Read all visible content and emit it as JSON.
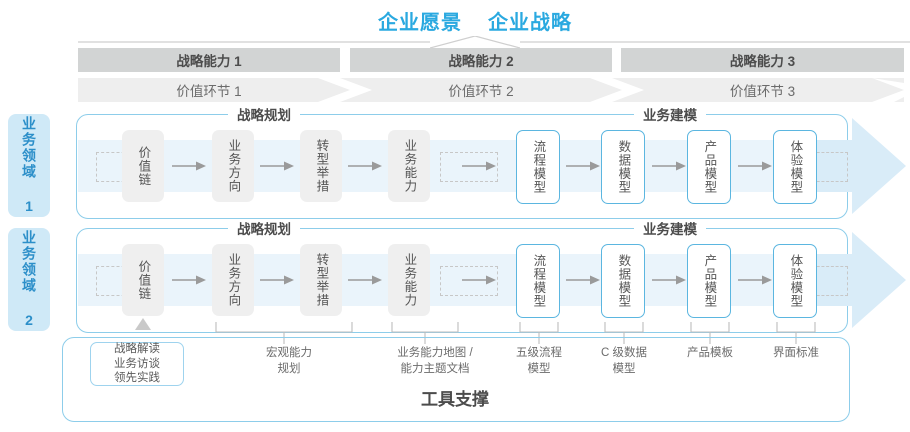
{
  "header": {
    "vision": "企业愿景",
    "strategy": "企业战略"
  },
  "capability_bars": [
    {
      "label": "战略能力 1"
    },
    {
      "label": "战略能力 2"
    },
    {
      "label": "战略能力 3"
    }
  ],
  "value_chain_bars": [
    {
      "label": "价值环节 1"
    },
    {
      "label": "价值环节 2"
    },
    {
      "label": "价值环节 3"
    }
  ],
  "domains": [
    {
      "label": "业务领域 1"
    },
    {
      "label": "业务领域 2"
    }
  ],
  "sections": [
    {
      "title": "战略规划"
    },
    {
      "title": "业务建模"
    }
  ],
  "rows": [
    {
      "nodes": [
        {
          "label": "价值链",
          "style": "gray"
        },
        {
          "label": "业务方向",
          "style": "gray"
        },
        {
          "label": "转型举措",
          "style": "gray"
        },
        {
          "label": "业务能力",
          "style": "gray"
        },
        {
          "label": "流程模型",
          "style": "blue"
        },
        {
          "label": "数据模型",
          "style": "blue"
        },
        {
          "label": "产品模型",
          "style": "blue"
        },
        {
          "label": "体验模型",
          "style": "blue"
        }
      ]
    },
    {
      "nodes": [
        {
          "label": "价值链",
          "style": "gray"
        },
        {
          "label": "业务方向",
          "style": "gray"
        },
        {
          "label": "转型举措",
          "style": "gray"
        },
        {
          "label": "业务能力",
          "style": "gray"
        },
        {
          "label": "流程模型",
          "style": "blue"
        },
        {
          "label": "数据模型",
          "style": "blue"
        },
        {
          "label": "产品模型",
          "style": "blue"
        },
        {
          "label": "体验模型",
          "style": "blue"
        }
      ]
    }
  ],
  "foot_node": {
    "line1": "战略解读",
    "line2": "业务访谈",
    "line3": "领先实践"
  },
  "foot_labels": [
    {
      "line1": "宏观能力",
      "line2": "规划"
    },
    {
      "line1": "业务能力地图 /",
      "line2": "能力主题文档"
    },
    {
      "line1": "五级流程",
      "line2": "模型"
    },
    {
      "line1": "C 级数据",
      "line2": "模型"
    },
    {
      "line1": "产品模板",
      "line2": ""
    },
    {
      "line1": "界面标准",
      "line2": ""
    }
  ],
  "tool_support": {
    "title": "工具支撑"
  },
  "colors": {
    "accent_blue": "#2aa9e0",
    "light_blue_fill": "#cfe9f7",
    "stripe_blue": "#eaf4fb",
    "bar_gray": "#d2d4d4",
    "band_gray": "#eeeeee",
    "node_gray": "#efefef",
    "border_blue": "#8dcdea",
    "text_gray": "#5a5a5a"
  }
}
